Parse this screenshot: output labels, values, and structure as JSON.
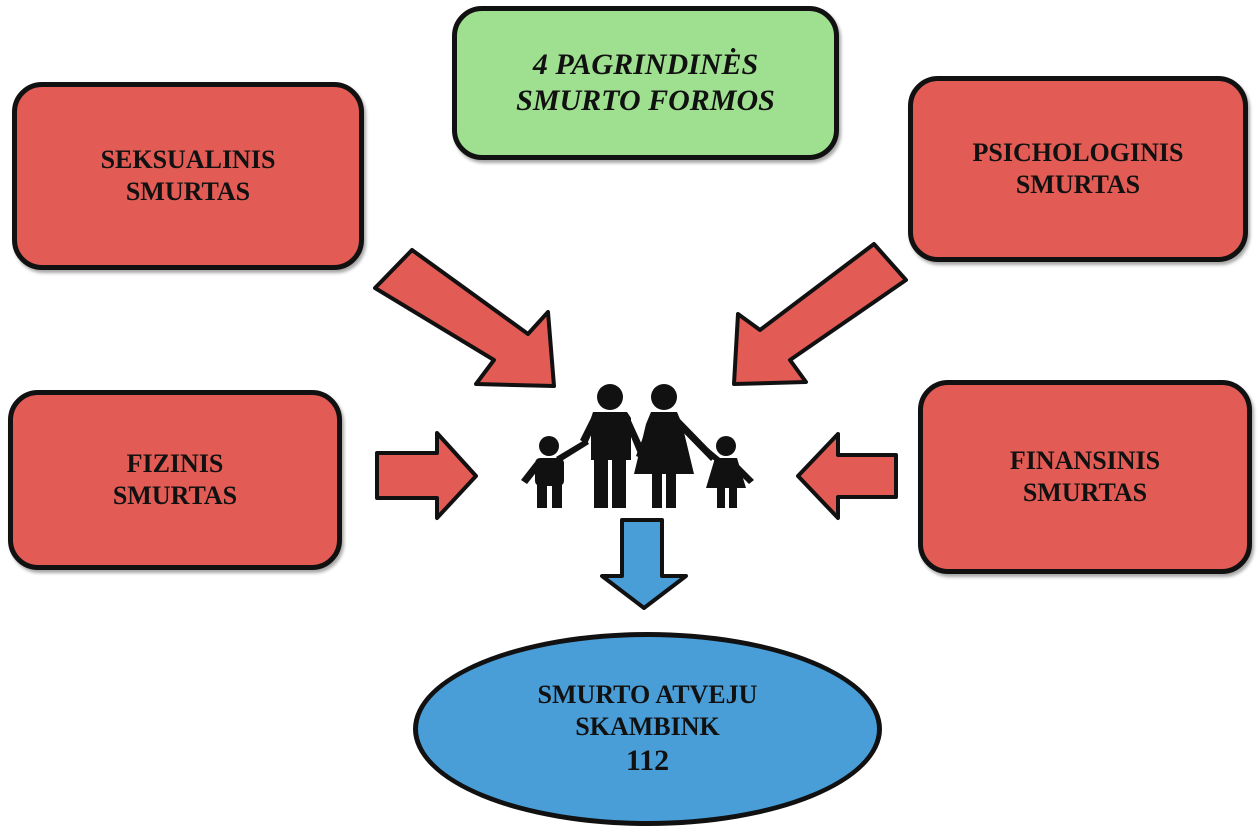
{
  "title": {
    "line1": "4 PAGRINDINĖS",
    "line2": "SMURTO FORMOS"
  },
  "forms": {
    "sexual": {
      "line1": "SEKSUALINIS",
      "line2": "SMURTAS"
    },
    "psych": {
      "line1": "PSICHOLOGINIS",
      "line2": "SMURTAS"
    },
    "physical": {
      "line1": "FIZINIS",
      "line2": "SMURTAS"
    },
    "finance": {
      "line1": "FINANSINIS",
      "line2": "SMURTAS"
    }
  },
  "emergency": {
    "line1": "SMURTO ATVEJU",
    "line2": "SKAMBINK",
    "number": "112"
  },
  "icons": {
    "center": "family-icon"
  },
  "colors": {
    "form_box": "#e25c55",
    "title_box": "#9fe090",
    "emergency": "#4a9ed8",
    "arrow_in": "#e25c55",
    "arrow_out": "#4a9ed8"
  }
}
